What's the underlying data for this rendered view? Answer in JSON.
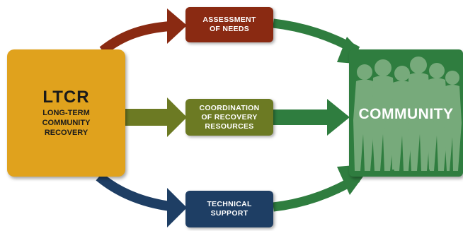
{
  "ltcr": {
    "title": "LTCR",
    "subtitle_lines": [
      "LONG-TERM",
      "COMMUNITY",
      "RECOVERY"
    ]
  },
  "steps": [
    {
      "id": "assessment",
      "lines": [
        "ASSESSMENT",
        "OF NEEDS"
      ],
      "color": "#8a2a12"
    },
    {
      "id": "coordination",
      "lines": [
        "COORDINATION",
        "OF RECOVERY",
        "RESOURCES"
      ],
      "color": "#6c7a23"
    },
    {
      "id": "technical",
      "lines": [
        "TECHNICAL",
        "SUPPORT"
      ],
      "color": "#1e3e64"
    }
  ],
  "community": {
    "label": "COMMUNITY",
    "color": "#2f7d3f"
  },
  "colors": {
    "ltcr": "#e0a21d",
    "arrow_in_top": "#8a2a12",
    "arrow_in_middle": "#6c7a23",
    "arrow_in_bottom": "#1e3e64",
    "arrow_out": "#2f7d3f"
  }
}
